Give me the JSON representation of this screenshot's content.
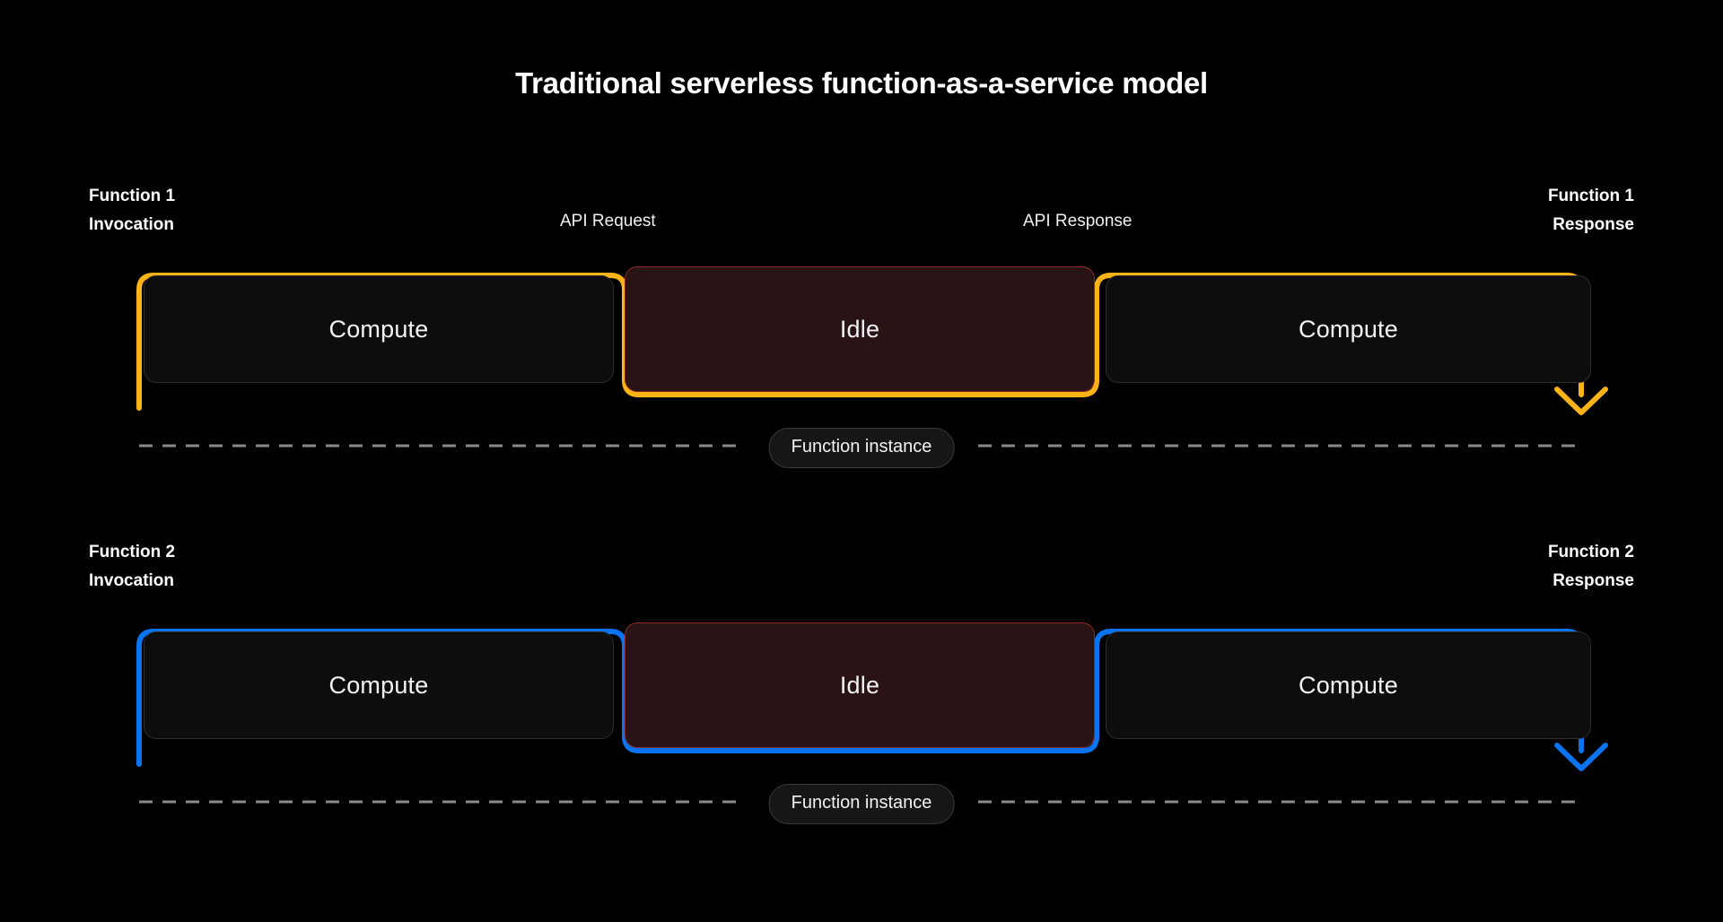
{
  "diagram": {
    "title": "Traditional serverless function-as-a-service model",
    "background_color": "#000000",
    "rows": [
      {
        "id": "function-1",
        "accent_color": "#FBB316",
        "accent_name": "orange",
        "left_label": "Function 1\nInvocation",
        "right_label": "Function 1\nResponse",
        "mid_labels": {
          "request": "API Request",
          "response": "API Response"
        },
        "segments": [
          {
            "kind": "compute",
            "label": "Compute"
          },
          {
            "kind": "idle",
            "label": "Idle"
          },
          {
            "kind": "compute",
            "label": "Compute"
          }
        ],
        "instance_label": "Function instance"
      },
      {
        "id": "function-2",
        "accent_color": "#0A74F0",
        "accent_name": "blue",
        "left_label": "Function 2\nInvocation",
        "right_label": "Function 2\nResponse",
        "mid_labels": {
          "request": "",
          "response": ""
        },
        "segments": [
          {
            "kind": "compute",
            "label": "Compute"
          },
          {
            "kind": "idle",
            "label": "Idle"
          },
          {
            "kind": "compute",
            "label": "Compute"
          }
        ],
        "instance_label": "Function instance"
      }
    ],
    "colors": {
      "idle_fill": "#2a1315",
      "idle_border": "#8a2a26",
      "compute_fill": "#0d0d0d",
      "compute_border": "#2e2e2e",
      "pill_fill": "#161616",
      "pill_border": "#3a3a3a",
      "dashed_line": "#8a8a8a",
      "text": "#ffffff"
    }
  }
}
